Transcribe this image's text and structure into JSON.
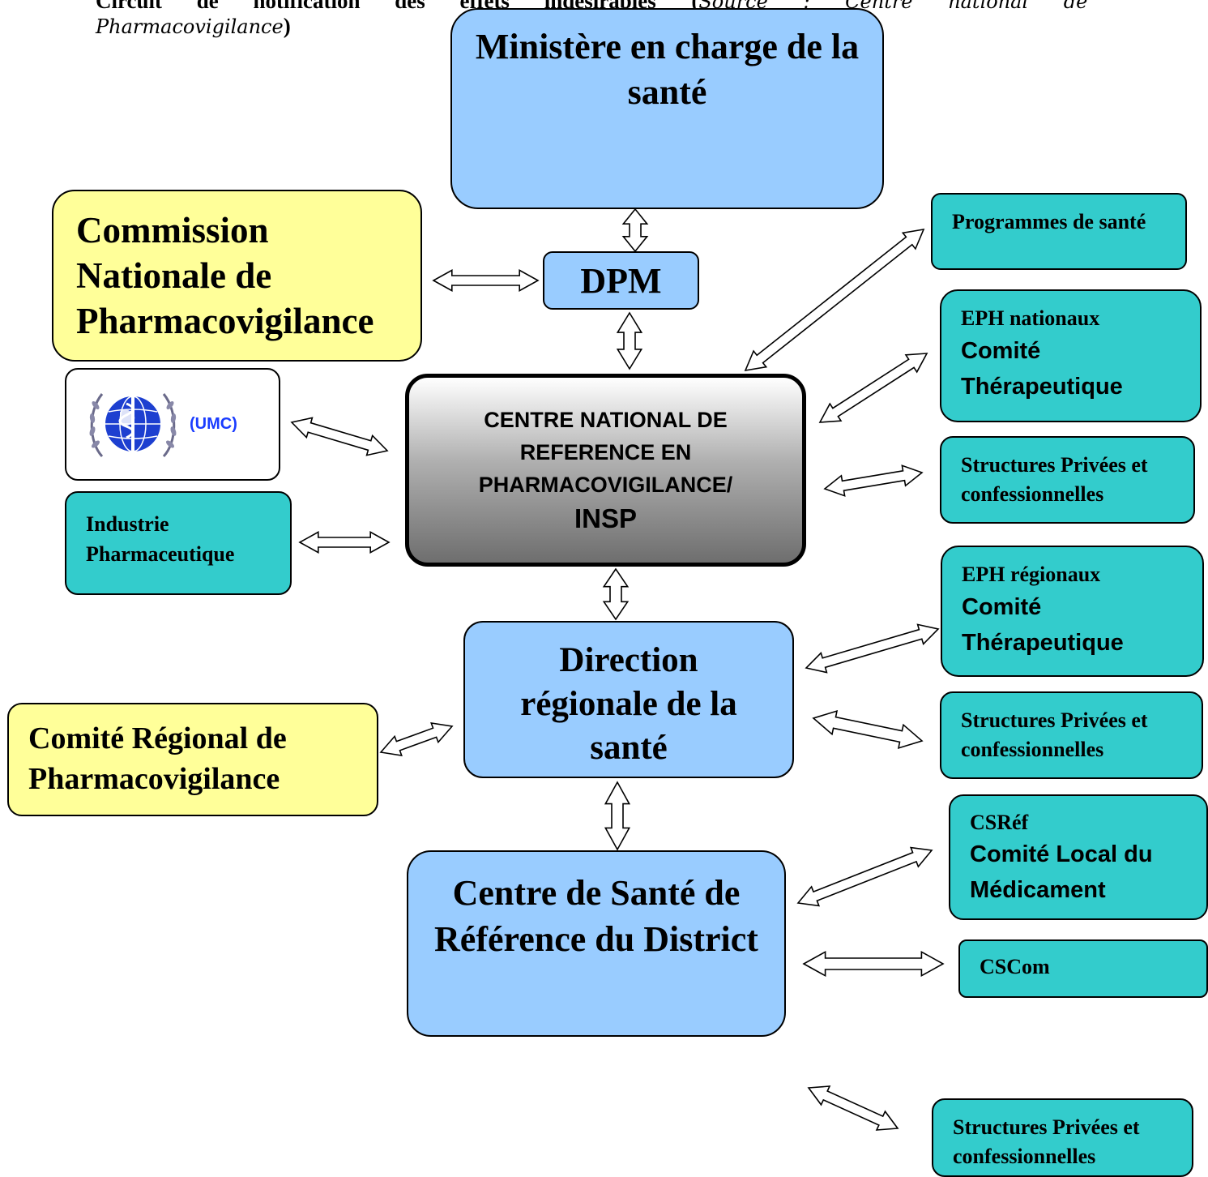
{
  "caption": {
    "line1_bold": "Circuit de notification des effets indésirables",
    "line1_paren_open": "(",
    "line1_italic": "Source : Centre national de",
    "line2_italic": "Pharmacovigilance",
    "line2_paren_close": ")"
  },
  "boxes": {
    "ministere": "Ministère en charge de la santé",
    "dpm": "DPM",
    "commission_nationale": "Commission Nationale de Pharmacovigilance",
    "umc_label": "(UMC)",
    "industrie": "Industrie Pharmaceutique",
    "centre_national": {
      "line1": "CENTRE NATIONAL DE",
      "line2": "REFERENCE EN",
      "line3": "PHARMACOVIGILANCE/",
      "line4": "INSP"
    },
    "programmes": "Programmes de santé",
    "eph_nationaux": {
      "title": "EPH nationaux",
      "subtitle": "Comité Thérapeutique"
    },
    "structures_privees_1": "Structures Privées et confessionnelles",
    "eph_regionaux": {
      "title": "EPH régionaux",
      "subtitle": "Comité Thérapeutique"
    },
    "direction_regionale": "Direction régionale de la santé",
    "structures_privees_2": "Structures Privées et confessionnelles",
    "comite_regional": "Comité Régional de Pharmacovigilance",
    "csref": {
      "title": "CSRéf",
      "subtitle": "Comité Local du Médicament"
    },
    "centre_sante_reference": "Centre de Santé de Référence du District",
    "cscom": "CSCom",
    "structures_privees_3": "Structures Privées et confessionnelles"
  },
  "colors": {
    "blue_box": "#99ccff",
    "yellow_box": "#ffff99",
    "teal_box": "#33cccc",
    "umc_text": "#1a3cff"
  }
}
